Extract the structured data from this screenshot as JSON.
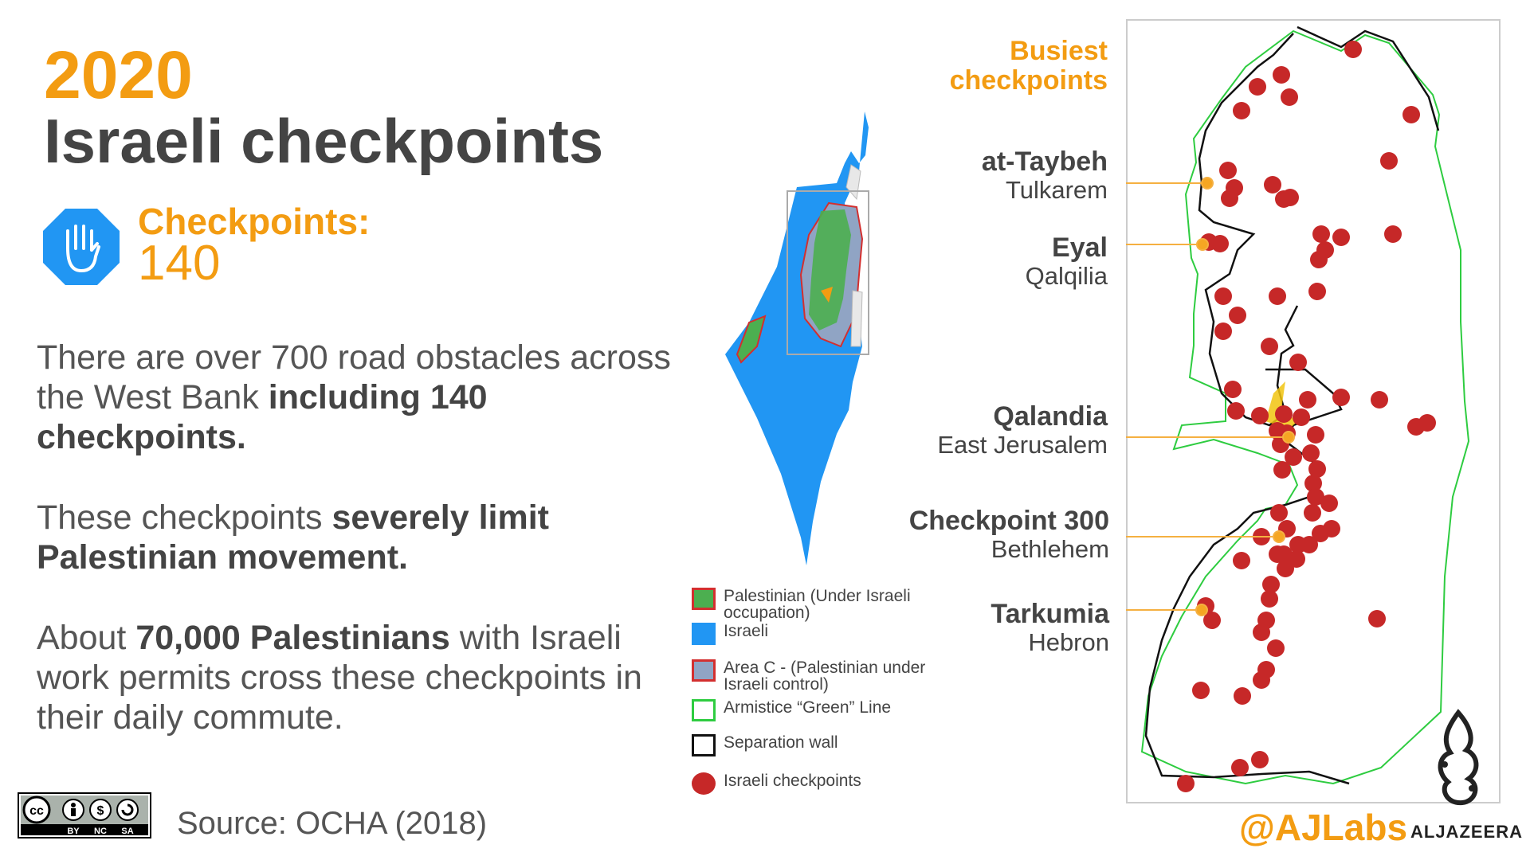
{
  "header": {
    "year": "2020",
    "title": "Israeli checkpoints",
    "checkpoints_label": "Checkpoints:",
    "checkpoints_count": "140"
  },
  "paragraphs": {
    "p1_a": "There are over 700 road obstacles across the West Bank ",
    "p1_b": "including 140 checkpoints.",
    "p2_a": "These checkpoints ",
    "p2_b": "severely limit Palestinian movement.",
    "p3_a": "About ",
    "p3_b": "70,000 Palestinians",
    "p3_c": " with Israeli work permits cross these checkpoints in their daily commute."
  },
  "source": "Source: OCHA (2018)",
  "license_badge": [
    "BY",
    "NC",
    "SA"
  ],
  "legend": [
    {
      "text": "Palestinian (Under Israeli occupation)",
      "fill": "#4caf50",
      "border": "#d32f2f"
    },
    {
      "text": "Israeli",
      "fill": "#2196f3",
      "border": "#2196f3"
    },
    {
      "text": "Area C - (Palestinian under Israeli control)",
      "fill": "#90a4c4",
      "border": "#d32f2f"
    },
    {
      "text": "Armistice “Green” Line",
      "fill": "#ffffff",
      "border": "#2ecc40"
    },
    {
      "text": "Separation wall",
      "fill": "#ffffff",
      "border": "#111111"
    },
    {
      "text": "Israeli checkpoints",
      "fill": "#c62828",
      "border": "#c62828"
    }
  ],
  "busiest": {
    "title_line1": "Busiest",
    "title_line2": "checkpoints",
    "items": [
      {
        "name": "at-Taybeh",
        "city": "Tulkarem"
      },
      {
        "name": "Eyal",
        "city": "Qalqilia"
      },
      {
        "name": "Qalandia",
        "city": "East Jerusalem"
      },
      {
        "name": "Checkpoint 300",
        "city": "Bethlehem"
      },
      {
        "name": "Tarkumia",
        "city": "Hebron"
      }
    ]
  },
  "branding": {
    "handle": "@AJLabs",
    "name": "ALJAZEERA"
  },
  "colors": {
    "accent": "#f39c12",
    "checkpoint": "#c62828",
    "green_line": "#2ecc40",
    "israel": "#2196f3",
    "palestinian": "#4caf50",
    "area_c": "#90a4c4"
  }
}
